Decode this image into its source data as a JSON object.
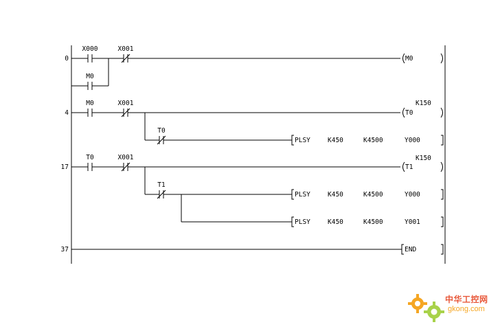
{
  "rungs": [
    {
      "step": "0",
      "contacts": [
        {
          "label": "X000",
          "type": "NO"
        },
        {
          "label": "X001",
          "type": "NC"
        },
        {
          "label": "M0",
          "type": "NO",
          "branch": true
        }
      ],
      "output": {
        "kind": "coil",
        "text": "M0"
      }
    },
    {
      "step": "4",
      "contacts": [
        {
          "label": "M0",
          "type": "NO"
        },
        {
          "label": "X001",
          "type": "NC"
        },
        {
          "label": "T0",
          "type": "NC",
          "branch": true
        }
      ],
      "output": {
        "kind": "coil",
        "text": "T0",
        "setting": "K150"
      },
      "instructions": [
        {
          "op": "PLSY",
          "a1": "K450",
          "a2": "K4500",
          "a3": "Y000"
        }
      ]
    },
    {
      "step": "17",
      "contacts": [
        {
          "label": "T0",
          "type": "NO"
        },
        {
          "label": "X001",
          "type": "NC"
        },
        {
          "label": "T1",
          "type": "NC",
          "branch": true
        }
      ],
      "output": {
        "kind": "coil",
        "text": "T1",
        "setting": "K150"
      },
      "instructions": [
        {
          "op": "PLSY",
          "a1": "K450",
          "a2": "K4500",
          "a3": "Y000"
        },
        {
          "op": "PLSY",
          "a1": "K450",
          "a2": "K4500",
          "a3": "Y001"
        }
      ]
    },
    {
      "step": "37",
      "output": {
        "kind": "instruction",
        "text": "END"
      }
    }
  ],
  "watermark": {
    "brand_cn": "中华工控网",
    "domain": "gkong.com",
    "colors": {
      "primary": "#e8593b",
      "secondary": "#f5a623"
    },
    "icon": "gear-icon"
  },
  "colors": {
    "line": "#000000",
    "background": "#ffffff"
  }
}
